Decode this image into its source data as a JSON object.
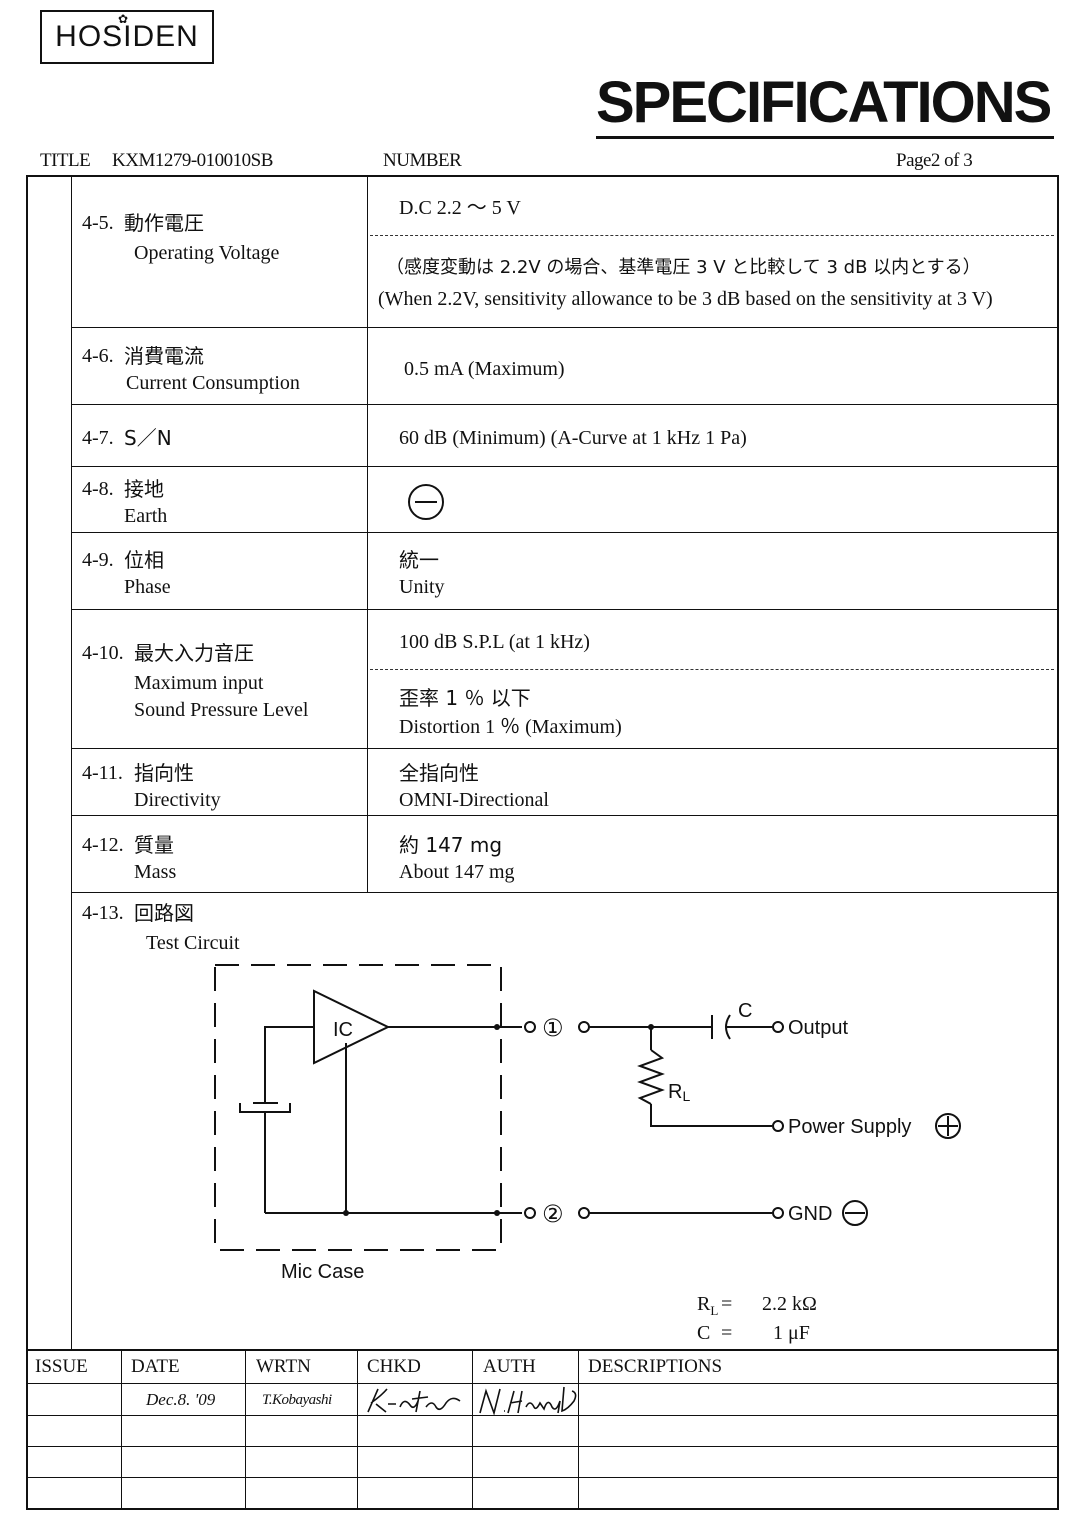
{
  "header": {
    "brand": "HOSIDEN",
    "doc_type": "SPECIFICATIONS",
    "title_label": "TITLE",
    "title_value": "KXM1279-010010SB",
    "number_label": "NUMBER",
    "page_label": "Page2  of  3"
  },
  "specs": [
    {
      "num": "4-5.",
      "jp": "動作電圧",
      "en": "Operating Voltage",
      "value1": "D.C  2.2  ～  5 V",
      "value2_jp": "（感度変動は 2.2V の場合、基準電圧 3 V と比較して 3 dB 以内とする）",
      "value2_en": "(When 2.2V, sensitivity allowance to be 3 dB based on the sensitivity at 3 V)"
    },
    {
      "num": "4-6.",
      "jp": "消費電流",
      "en": "Current Consumption",
      "value": "0.5 mA  (Maximum)"
    },
    {
      "num": "4-7.",
      "jp": "S／N",
      "value": "60 dB (Minimum)   (A-Curve at 1 kHz 1 Pa)"
    },
    {
      "num": "4-8.",
      "jp": "接地",
      "en": "Earth",
      "value_symbol": "minus-in-circle"
    },
    {
      "num": "4-9.",
      "jp": "位相",
      "en": "Phase",
      "value_jp": "統一",
      "value_en": "Unity"
    },
    {
      "num": "4-10.",
      "jp": "最大入力音圧",
      "en1": "Maximum input",
      "en2": "Sound Pressure Level",
      "value1": "100 dB S.P.L (at 1 kHz)",
      "value2_jp": "歪率   1 ％ 以下",
      "value2_en": "Distortion   1 ％ (Maximum)"
    },
    {
      "num": "4-11.",
      "jp": "指向性",
      "en": "Directivity",
      "value_jp": "全指向性",
      "value_en": "OMNI-Directional"
    },
    {
      "num": "4-12.",
      "jp": "質量",
      "en": "Mass",
      "value_jp": "約 147 mg",
      "value_en": "About 147 mg"
    },
    {
      "num": "4-13.",
      "jp": "回路図",
      "en": "Test Circuit"
    }
  ],
  "circuit": {
    "ic_label": "IC",
    "pin1": "①",
    "pin2": "②",
    "cap_label": "C",
    "res_label_main": "R",
    "res_label_sub": "L",
    "output_label": "Output",
    "power_label": "Power Supply",
    "gnd_label": "GND",
    "case_label": "Mic Case",
    "rl_name": "R",
    "rl_sub": "L",
    "rl_eq": "=",
    "rl_value": "2.2 kΩ",
    "c_name": "C",
    "c_eq": "=",
    "c_value": "1 μF"
  },
  "issue_table": {
    "headers": [
      "ISSUE",
      "DATE",
      "WRTN",
      "CHKD",
      "AUTH",
      "DESCRIPTIONS"
    ],
    "rows": [
      {
        "issue": "",
        "date": "Dec.8. '09",
        "wrtn": "T.Kobayashi",
        "chkd": "K.Ota",
        "auth": "N.Hamada",
        "desc": ""
      }
    ]
  }
}
